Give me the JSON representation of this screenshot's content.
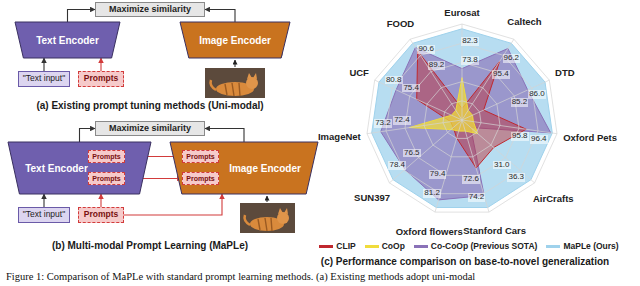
{
  "diagram": {
    "caption": "Figure 1: Comparison of MaPLe with standard prompt learning methods. (a) Existing methods adopt uni-modal",
    "nodes": [
      {
        "text": [
          "Maximize similarity"
        ]
      },
      {
        "text": [
          "Text Encoder"
        ]
      },
      {
        "text": [
          "Image Encoder"
        ]
      },
      {
        "text": [
          "\"Text input\""
        ]
      },
      {
        "text": [
          "Prompts"
        ]
      },
      {
        "text": [
          "Maximize similarity"
        ]
      },
      {
        "text": [
          "Text Encoder"
        ]
      },
      {
        "text": [
          "Prompts"
        ],
        "in": 6
      },
      {
        "text": [
          "Prompts"
        ],
        "in": 6
      },
      {
        "text": [
          "Image Encoder"
        ]
      },
      {
        "text": [
          "Prompts"
        ],
        "in": 9
      },
      {
        "text": [
          "Prompts"
        ],
        "in": 9
      },
      {
        "text": [
          "\"Text input\""
        ]
      },
      {
        "text": [
          "Prompts"
        ]
      }
    ],
    "edges": [
      {
        "from": 1,
        "to": 0,
        "arrow": "to"
      },
      {
        "from": 2,
        "to": 0,
        "arrow": "to"
      },
      {
        "from": 3,
        "to": 1,
        "arrow": "to"
      },
      {
        "from": 4,
        "to": 1,
        "arrow": "to"
      },
      {
        "from": 6,
        "to": 5,
        "arrow": "to"
      },
      {
        "from": 9,
        "to": 5,
        "arrow": "to"
      },
      {
        "from": 12,
        "to": 6,
        "arrow": "to"
      },
      {
        "from": 13,
        "to": 6,
        "arrow": "to"
      },
      {
        "from": 13,
        "to": 9,
        "arrow": "to"
      },
      {
        "from": 7,
        "to": 10,
        "arrow": "to"
      },
      {
        "from": 8,
        "to": 11,
        "arrow": "to"
      }
    ],
    "labels": [
      "(a) Existing prompt tuning methods (Uni-modal)",
      "(b) Multi-modal Prompt Learning (MaPLe)",
      "(c) Performance comparison on base-to-novel generalization",
      "Eurosat",
      "Caltech",
      "DTD",
      "Oxford Pets",
      "AirCrafts",
      "Stanford Cars",
      "Oxford flowers",
      "SUN397",
      "ImageNet",
      "UCF",
      "FOOD",
      "82.3",
      "73.8",
      "96.2",
      "95.4",
      "86.0",
      "85.2",
      "96.4",
      "95.8",
      "36.3",
      "31.0",
      "74.2",
      "72.6",
      "81.2",
      "79.4",
      "78.4",
      "76.5",
      "73.2",
      "72.4",
      "80.8",
      "75.4",
      "90.6",
      "89.2"
    ],
    "legend": [
      {
        "text": "CLIP",
        "color": "#c0282e"
      },
      {
        "text": "CoOp",
        "color": "#f0dc3c"
      },
      {
        "text": "Co-CoOp (Previous SOTA)",
        "color": "#8a72b8"
      },
      {
        "text": "MaPLe (Ours)",
        "color": "#9fd2ec"
      }
    ]
  }
}
